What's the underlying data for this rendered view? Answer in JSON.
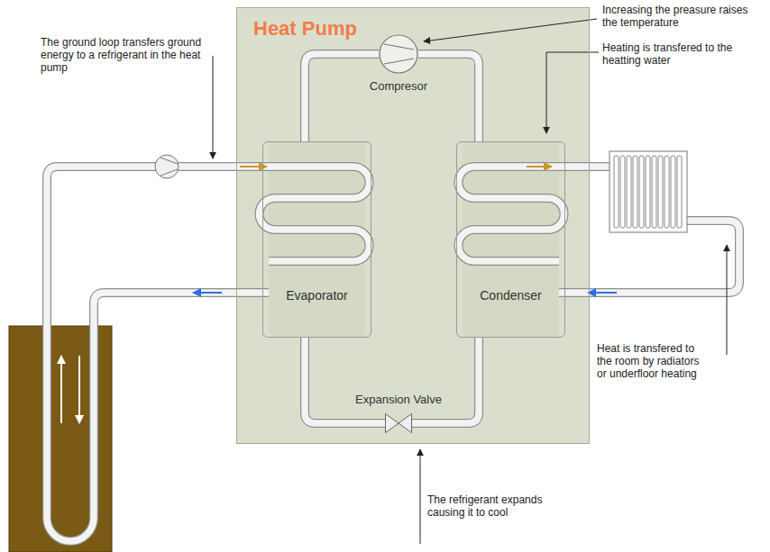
{
  "diagram": {
    "nodes": [
      {
        "text": [
          "Heat Pump"
        ]
      },
      {
        "text": [
          "Compresor"
        ],
        "in": 0
      },
      {
        "text": [
          "Evaporator"
        ],
        "in": 0
      },
      {
        "text": [
          "Condenser"
        ],
        "in": 0
      },
      {
        "text": [
          "Expansion Valve"
        ],
        "in": 0
      }
    ],
    "edges": [
      {
        "from": 2,
        "to": 1,
        "arrow": "none"
      },
      {
        "from": 1,
        "to": 3,
        "arrow": "none"
      },
      {
        "from": 3,
        "to": 4,
        "arrow": "none"
      },
      {
        "from": 4,
        "to": 2,
        "arrow": "none"
      }
    ],
    "labels": [
      "The ground loop transfers ground energy to a refrigerant in the heat pump",
      "Increasing the preasure raises the temperature",
      "Heating is transfered to the heatting water",
      "Heat is transfered to the room by radiators or underfloor heating",
      "The refrigerant expands causing it to cool"
    ]
  }
}
